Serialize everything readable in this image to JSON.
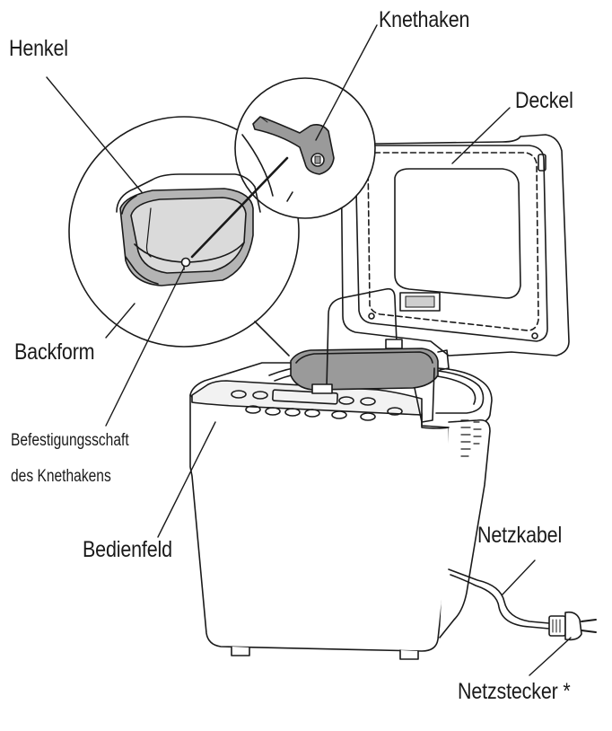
{
  "labels": {
    "henkel": "Henkel",
    "knethaken": "Knethaken",
    "deckel": "Deckel",
    "backform": "Backform",
    "schaft_line1": "Befestigungsschaft",
    "schaft_line2": "des Knethakens",
    "bedienfeld": "Bedienfeld",
    "netzkabel": "Netzkabel",
    "netzstecker": "Netzstecker *"
  },
  "colors": {
    "line": "#1a1a1a",
    "part_fill": "#9a9a9a",
    "pan_fill": "#b4b4b4",
    "light_fill": "#f2f2f2",
    "background": "#ffffff"
  }
}
